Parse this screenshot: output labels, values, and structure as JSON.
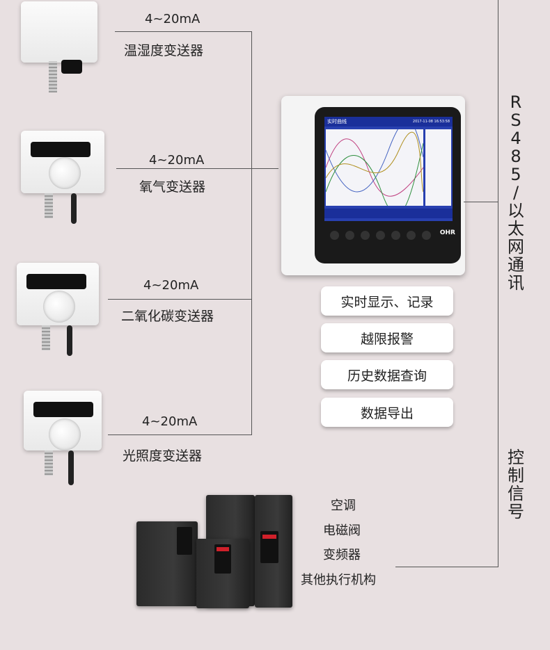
{
  "sensors": [
    {
      "signal": "4~20mA",
      "name": "温湿度变送器"
    },
    {
      "signal": "4~20mA",
      "name": "氧气变送器"
    },
    {
      "signal": "4~20mA",
      "name": "二氧化碳变送器"
    },
    {
      "signal": "4~20mA",
      "name": "光照度变送器"
    }
  ],
  "features": [
    "实时显示、记录",
    "越限报警",
    "历史数据查询",
    "数据导出"
  ],
  "comm_label": [
    "R",
    "S",
    "4",
    "8",
    "5",
    "/",
    "以",
    "太",
    "网",
    "通",
    "讯"
  ],
  "control_label": [
    "控",
    "制",
    "信",
    "号"
  ],
  "actuators": [
    "空调",
    "电磁阀",
    "变频器",
    "其他执行机构"
  ],
  "recorder": {
    "screen_title": "实时曲线",
    "datetime": "2017-11-08 16:53:58",
    "brand": "OHR"
  }
}
